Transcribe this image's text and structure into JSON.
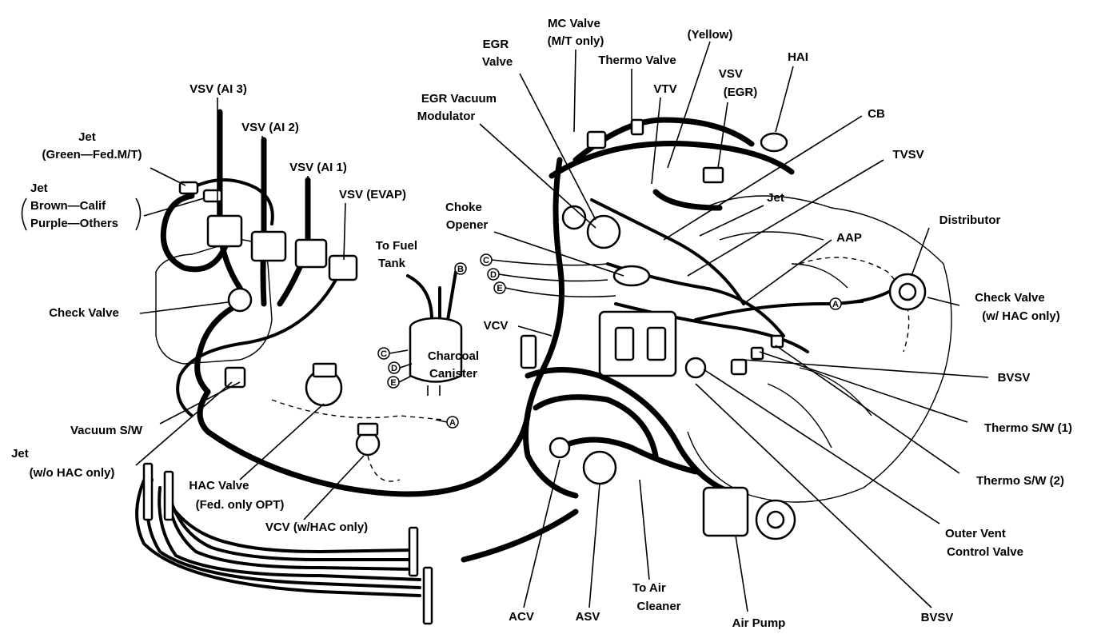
{
  "labels": {
    "mc_valve": [
      "MC Valve",
      "(M/T only)"
    ],
    "egr_valve": [
      "EGR",
      "Valve"
    ],
    "yellow": "(Yellow)",
    "thermo_valve": "Thermo Valve",
    "vsv_egr": [
      "VSV",
      "(EGR)"
    ],
    "hai": "HAI",
    "vtv": "VTV",
    "egr_vacuum_modulator": [
      "EGR Vacuum",
      "Modulator"
    ],
    "cb": "CB",
    "vsv_ai3": "VSV (AI 3)",
    "vsv_ai2": "VSV (AI 2)",
    "vsv_ai1": "VSV (AI 1)",
    "vsv_evap": "VSV (EVAP)",
    "jet_green": [
      "Jet",
      "(Green—Fed.M/T)"
    ],
    "jet_brown": [
      "Jet",
      "Brown—Calif",
      "Purple—Others"
    ],
    "tvsv": "TVSV",
    "jet_top": "Jet",
    "choke_opener": [
      "Choke",
      "Opener"
    ],
    "to_fuel_tank": [
      "To Fuel",
      "Tank"
    ],
    "distributor": "Distributor",
    "aap": "AAP",
    "check_valve_right": [
      "Check Valve",
      "(w/ HAC only)"
    ],
    "check_valve_left": "Check Valve",
    "vcv": "VCV",
    "charcoal_canister": [
      "Charcoal",
      "Canister"
    ],
    "bvsv_right": "BVSV",
    "thermo_sw1": "Thermo S/W (1)",
    "vacuum_sw": "Vacuum S/W",
    "jet_wo_hac": [
      "Jet",
      "(w/o HAC only)"
    ],
    "hac_valve": [
      "HAC Valve",
      "(Fed. only OPT)"
    ],
    "thermo_sw2": "Thermo S/W (2)",
    "vcv_hac": "VCV (w/HAC only)",
    "outer_vent": [
      "Outer Vent",
      "Control Valve"
    ],
    "to_air_cleaner": [
      "To Air",
      "Cleaner"
    ],
    "acv": "ACV",
    "asv": "ASV",
    "air_pump": "Air Pump",
    "bvsv_bottom": "BVSV"
  },
  "connectors": {
    "c": "C",
    "d": "D",
    "e": "E",
    "a": "A",
    "b": "B"
  }
}
